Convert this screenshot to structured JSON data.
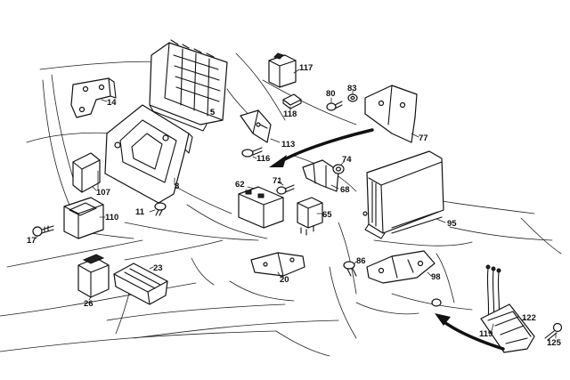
{
  "diagram": {
    "callouts": [
      {
        "id": "5",
        "text": "5"
      },
      {
        "id": "8",
        "text": "8"
      },
      {
        "id": "11",
        "text": "11"
      },
      {
        "id": "14",
        "text": "14"
      },
      {
        "id": "17",
        "text": "17"
      },
      {
        "id": "20",
        "text": "20"
      },
      {
        "id": "23",
        "text": "23"
      },
      {
        "id": "26",
        "text": "26"
      },
      {
        "id": "62",
        "text": "62"
      },
      {
        "id": "65",
        "text": "65"
      },
      {
        "id": "68",
        "text": "68"
      },
      {
        "id": "71",
        "text": "71"
      },
      {
        "id": "74",
        "text": "74"
      },
      {
        "id": "77",
        "text": "77"
      },
      {
        "id": "80",
        "text": "80"
      },
      {
        "id": "83",
        "text": "83"
      },
      {
        "id": "86",
        "text": "86"
      },
      {
        "id": "95",
        "text": "95"
      },
      {
        "id": "98",
        "text": "98"
      },
      {
        "id": "107",
        "text": "107"
      },
      {
        "id": "110",
        "text": "110"
      },
      {
        "id": "113",
        "text": "113"
      },
      {
        "id": "116",
        "text": "116"
      },
      {
        "id": "117",
        "text": "117"
      },
      {
        "id": "118",
        "text": "118"
      },
      {
        "id": "119",
        "text": "119"
      },
      {
        "id": "122",
        "text": "122"
      },
      {
        "id": "125",
        "text": "125"
      }
    ]
  }
}
